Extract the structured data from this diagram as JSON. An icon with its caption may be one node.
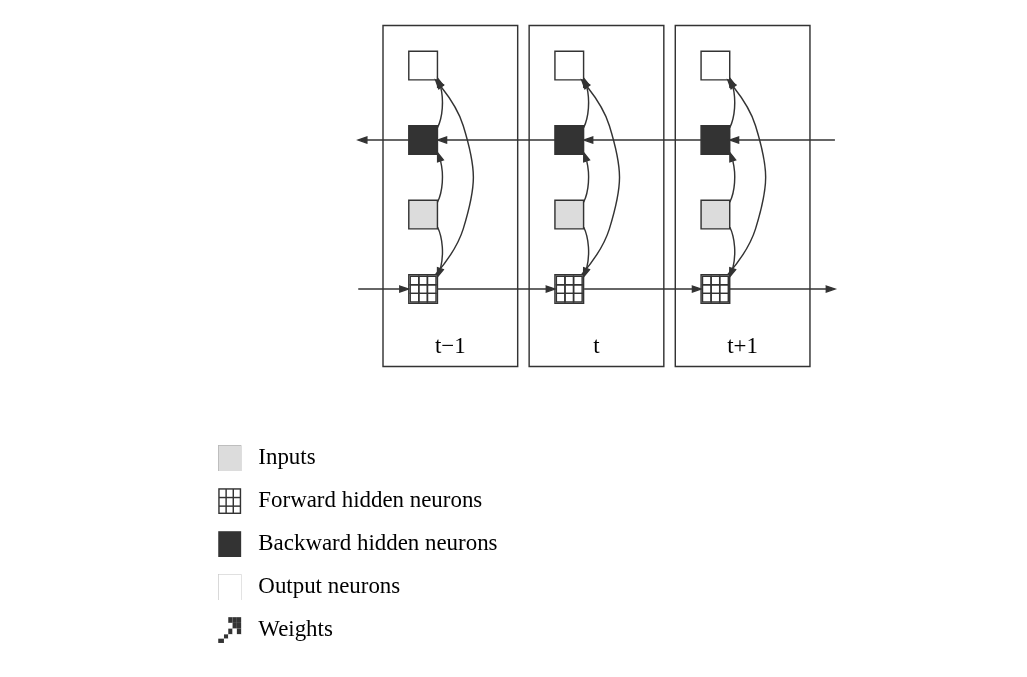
{
  "diagram": {
    "nodes": [
      {
        "text": [
          "t−1"
        ]
      },
      {
        "text": [],
        "shape": "box",
        "in": 0
      },
      {
        "text": [],
        "shape": "box",
        "in": 0
      },
      {
        "text": [],
        "shape": "box",
        "in": 0
      },
      {
        "text": [],
        "shape": "box",
        "in": 0
      },
      {
        "text": [
          "t"
        ]
      },
      {
        "text": [],
        "shape": "box",
        "in": 5
      },
      {
        "text": [],
        "shape": "box",
        "in": 5
      },
      {
        "text": [],
        "shape": "box",
        "in": 5
      },
      {
        "text": [],
        "shape": "box",
        "in": 5
      },
      {
        "text": [
          "t+1"
        ]
      },
      {
        "text": [],
        "shape": "box",
        "in": 10
      },
      {
        "text": [],
        "shape": "box",
        "in": 10
      },
      {
        "text": [],
        "shape": "box",
        "in": 10
      },
      {
        "text": [],
        "shape": "box",
        "in": 10
      }
    ],
    "edges": [
      {
        "from": 3,
        "to": 2,
        "arrow": "to"
      },
      {
        "from": 3,
        "to": 4,
        "arrow": "to"
      },
      {
        "from": 2,
        "to": 1,
        "arrow": "to"
      },
      {
        "from": 4,
        "to": 1,
        "arrow": "to"
      },
      {
        "from": 8,
        "to": 7,
        "arrow": "to"
      },
      {
        "from": 8,
        "to": 9,
        "arrow": "to"
      },
      {
        "from": 7,
        "to": 6,
        "arrow": "to"
      },
      {
        "from": 9,
        "to": 6,
        "arrow": "to"
      },
      {
        "from": 13,
        "to": 12,
        "arrow": "to"
      },
      {
        "from": 13,
        "to": 14,
        "arrow": "to"
      },
      {
        "from": 12,
        "to": 11,
        "arrow": "to"
      },
      {
        "from": 14,
        "to": 11,
        "arrow": "to"
      },
      {
        "from": null,
        "to": 12,
        "arrow": "to"
      },
      {
        "from": 12,
        "to": 7,
        "arrow": "to"
      },
      {
        "from": 7,
        "to": 2,
        "arrow": "to"
      },
      {
        "from": 2,
        "to": null,
        "arrow": "to"
      },
      {
        "from": null,
        "to": 4,
        "arrow": "to"
      },
      {
        "from": 4,
        "to": 9,
        "arrow": "to"
      },
      {
        "from": 9,
        "to": 14,
        "arrow": "to"
      },
      {
        "from": 14,
        "to": null,
        "arrow": "to"
      }
    ],
    "legend": [
      {
        "text": "Inputs"
      },
      {
        "text": "Forward hidden neurons"
      },
      {
        "text": "Backward hidden neurons"
      },
      {
        "text": "Output neurons"
      },
      {
        "text": "Weights"
      }
    ]
  }
}
